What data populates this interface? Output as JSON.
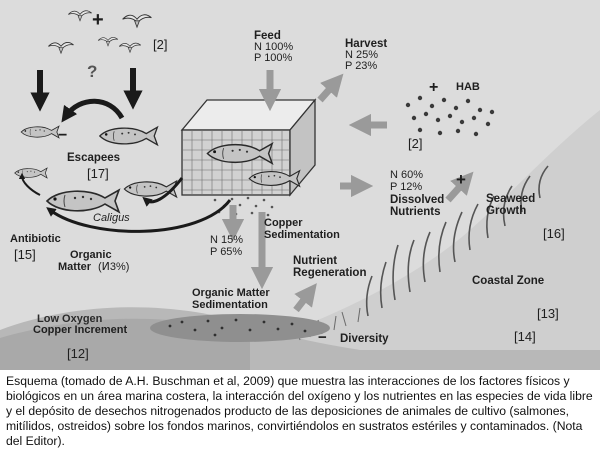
{
  "labels": {
    "feed": "Feed",
    "feed_n": "N 100%",
    "feed_p": "P 100%",
    "harvest": "Harvest",
    "harvest_n": "N 25%",
    "harvest_p": "P 23%",
    "hab": "HAB",
    "escapees": "Escapees",
    "caligus": "Caligus",
    "antibiotic": "Antibiotic",
    "organic_matter": "Organic",
    "organic_matter_2": "Matter",
    "organic_pct": "(Ͷ3%)",
    "sed_n": "N 15%",
    "sed_p": "P 65%",
    "copper_sed_1": "Copper",
    "copper_sed_2": "Sedimentation",
    "dissolved_n": "N 60%",
    "dissolved_p": "P 12%",
    "dissolved_1": "Dissolved",
    "dissolved_2": "Nutrients",
    "seaweed_1": "Seaweed",
    "seaweed_2": "Growth",
    "nutrient_regen_1": "Nutrient",
    "nutrient_regen_2": "Regeneration",
    "om_sed_1": "Organic Matter",
    "om_sed_2": "Sedimentation",
    "coastal_zone": "Coastal Zone",
    "low_oxygen_1": "Low Oxygen",
    "low_oxygen_2": "Copper Increment",
    "diversity": "Diversity",
    "question": "?",
    "plus_birds": "+",
    "plus_hab": "+",
    "plus_seaweed": "+",
    "minus_escapees": "−",
    "minus_diversity": "−"
  },
  "refs": {
    "r2_birds": "[2]",
    "r2_hab": "[2]",
    "r17": "[17]",
    "r15": "[15]",
    "r16": "[16]",
    "r13": "[13]",
    "r14": "[14]",
    "r12": "[12]"
  },
  "caption": "Esquema (tomado de A.H. Buschman et al, 2009) que muestra las interacciones de los factores físicos y biológicos en un área marina costera, la interacción del oxígeno y los nutrientes en las especies de vida libre y el depósito de desechos nitrogenados producto de las deposiciones de animales de cultivo (salmones, mitílidos, ostreidos) sobre los fondos marinos, convirtiéndolos en sustratos estériles y contaminados. (Nota del Editor).",
  "colors": {
    "water": "#dcdcdc",
    "seafloor": "#a9a9a9",
    "arrow_gray": "#9a9a9a",
    "arrow_black": "#1a1a1a",
    "text": "#1f1f1f"
  }
}
